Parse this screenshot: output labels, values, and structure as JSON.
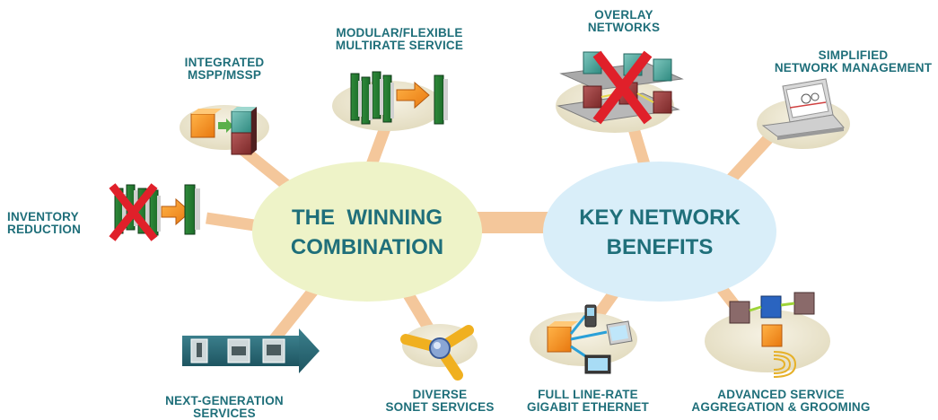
{
  "hubs": {
    "left": {
      "line1": "THE  WINNING",
      "line2": "COMBINATION"
    },
    "right": {
      "line1": "KEY NETWORK",
      "line2": "BENEFITS"
    }
  },
  "spokes": {
    "integrated": {
      "line1": "INTEGRATED",
      "line2": "MSPP/MSSP"
    },
    "modular": {
      "line1": "MODULAR/FLEXIBLE",
      "line2": "MULTIRATE SERVICE"
    },
    "inventory": {
      "line1": "INVENTORY",
      "line2": "REDUCTION"
    },
    "next_generation": {
      "line1": "NEXT-GENERATION",
      "line2": "SERVICES"
    },
    "diverse_sonet": {
      "line1": "DIVERSE",
      "line2": "SONET SERVICES"
    },
    "overlay": {
      "line1": "OVERLAY",
      "line2": "NETWORKS"
    },
    "simplified": {
      "line1": "SIMPLIFIED",
      "line2": "NETWORK MANAGEMENT"
    },
    "full_line_rate": {
      "line1": "FULL LINE-RATE",
      "line2": "GIGABIT ETHERNET"
    },
    "advanced_service": {
      "line1": "ADVANCED SERVICE",
      "line2": "AGGREGATION & GROOMING"
    }
  },
  "colors": {
    "label_text": "#1f6f7a",
    "left_hub": "#eef3c8",
    "right_hub": "#d9eef9",
    "connector": "#f4c79b",
    "spoke_disc": "#ebe5cf",
    "cross_mark": "#e0202a"
  }
}
